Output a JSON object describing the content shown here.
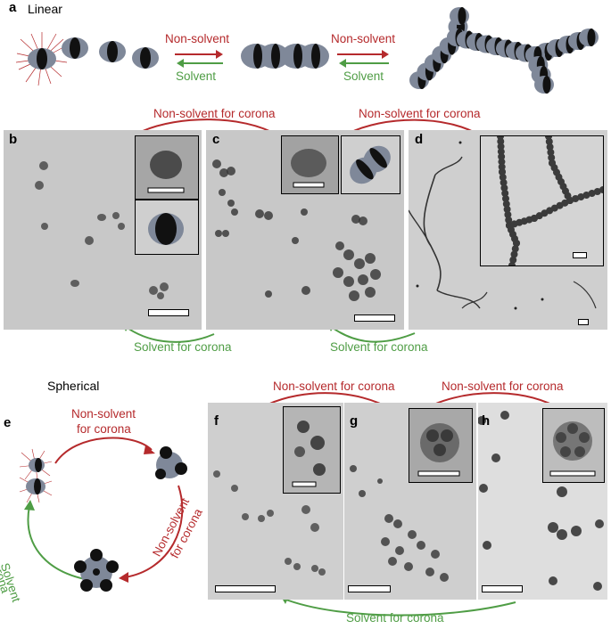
{
  "panels": {
    "a": "a",
    "b": "b",
    "c": "c",
    "d": "d",
    "e": "e",
    "f": "f",
    "g": "g",
    "h": "h"
  },
  "sections": {
    "linear": "Linear",
    "spherical": "Spherical"
  },
  "arrows": {
    "non_solvent": "Non-solvent",
    "solvent": "Solvent",
    "non_solvent_corona": "Non-solvent for corona",
    "solvent_corona": "Solvent for corona",
    "e_top_line1": "Non-solvent",
    "e_top_line2": "for corona",
    "e_right_line1": "Non-solvent",
    "e_right_line2": "for corona",
    "e_left_line1": "Solvent",
    "e_left_line2": "for corona"
  },
  "colors": {
    "red": "#b52a2c",
    "green": "#4f9d45",
    "particle_grey": "#7f8899",
    "particle_black": "#111111"
  }
}
